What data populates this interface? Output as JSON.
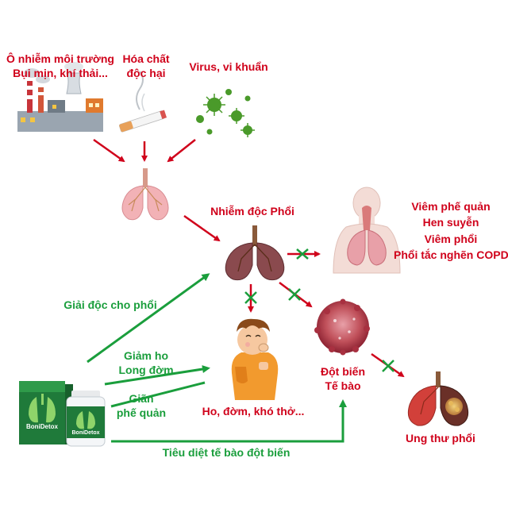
{
  "causes": {
    "pollution": {
      "line1": "Ô nhiễm môi trường",
      "line2": "Bụi mịn, khí thải..."
    },
    "chemicals": {
      "line1": "Hóa chất",
      "line2": "độc hại"
    },
    "virus": {
      "line1": "Virus, vi khuẩn"
    }
  },
  "center": {
    "label": "Nhiễm độc Phổi"
  },
  "diseases": [
    "Viêm phế quản",
    "Hen suyễn",
    "Viêm phổi",
    "Phổi tắc nghẽn COPD"
  ],
  "symptoms": {
    "label": "Ho, đờm, khó thở..."
  },
  "mutation": {
    "line1": "Đột biến",
    "line2": "Tế bào"
  },
  "cancer": {
    "label": "Ung thư phổi"
  },
  "product": {
    "name": "BoniDetox"
  },
  "benefits": {
    "detox": "Giải độc cho phổi",
    "cough_line1": "Giảm ho",
    "cough_line2": "Long đờm",
    "bronch_line1": "Giãn",
    "bronch_line2": "phế quản",
    "kill": "Tiêu diệt tế bào đột biến"
  },
  "colors": {
    "red": "#d0021b",
    "green": "#1a9e3c"
  }
}
